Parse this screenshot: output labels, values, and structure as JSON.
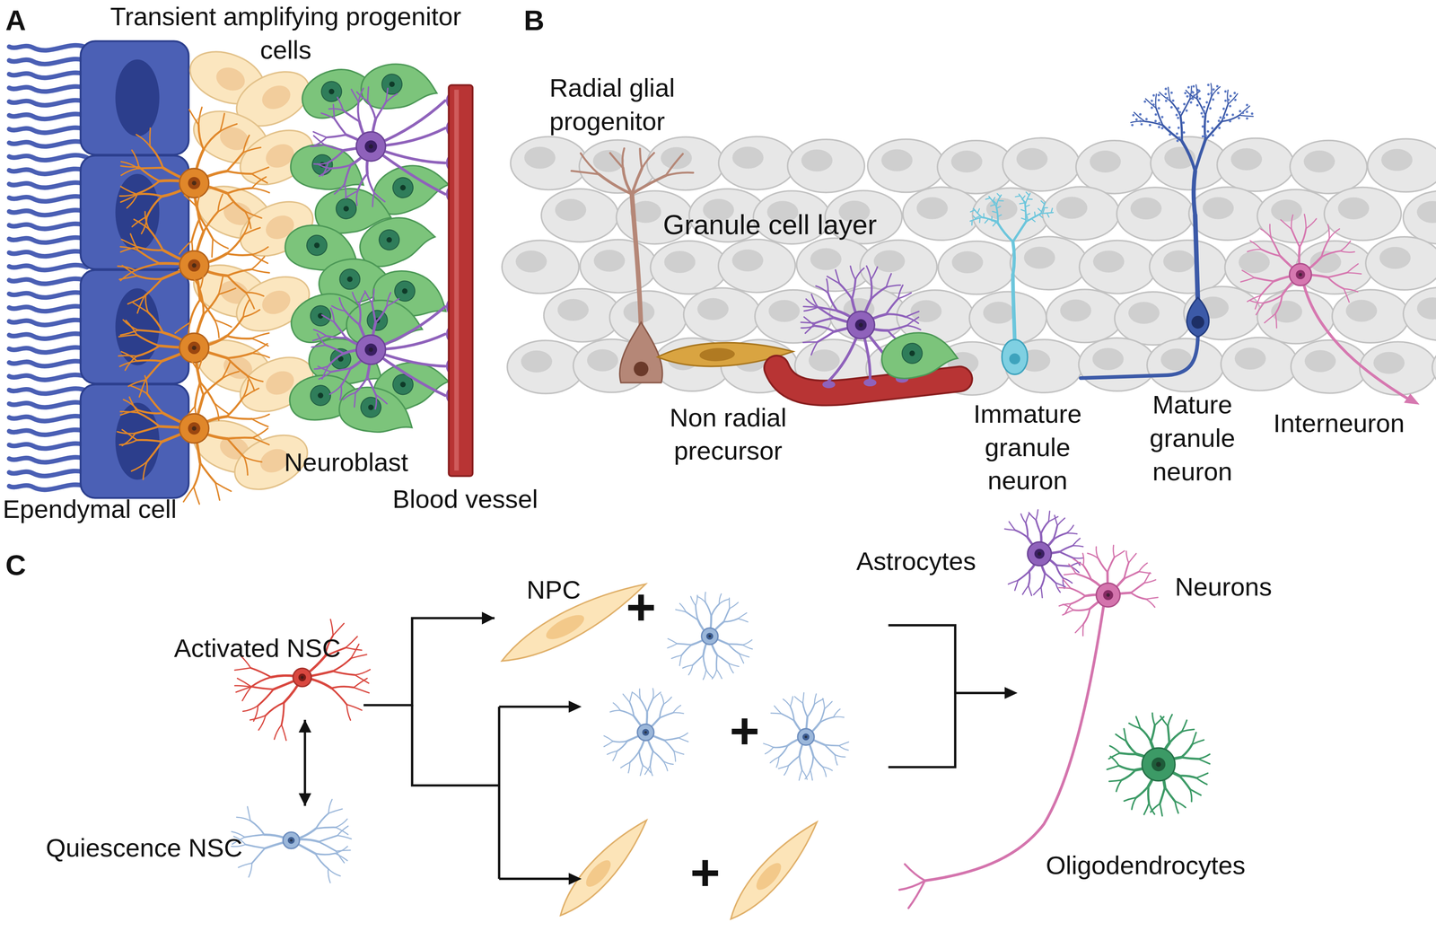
{
  "diagram": {
    "nodes": [
      {
        "text": [
          "Activated NSC"
        ]
      },
      {
        "text": [
          "Quiescence NSC"
        ]
      },
      {
        "text": [
          "NPC"
        ]
      },
      {
        "text": [
          "Astrocytes"
        ]
      },
      {
        "text": [
          "Neurons"
        ]
      },
      {
        "text": [
          "Oligodendrocytes"
        ]
      }
    ],
    "edges": [
      {
        "from": 0,
        "to": 1,
        "arrow": "both"
      },
      {
        "from": 0,
        "to": 2,
        "arrow": "to"
      }
    ],
    "labels": [
      "A",
      "Transient amplifying progenitor cells",
      "Ependymal cell",
      "Neuroblast",
      "Blood vessel",
      "B",
      "Radial glial progenitor",
      "Granule cell layer",
      "Non radial precursor",
      "Immature granule neuron",
      "Mature granule neuron",
      "Interneuron",
      "C",
      "+",
      "+",
      "+"
    ]
  }
}
